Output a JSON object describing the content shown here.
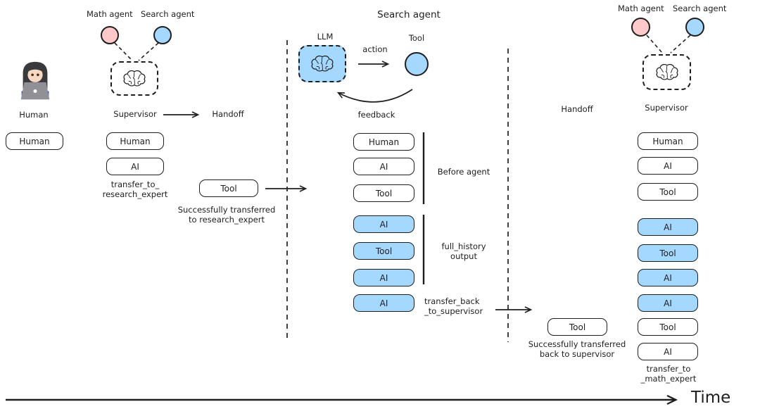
{
  "colors": {
    "stroke": "#1e1e1e",
    "blue_fill": "#a5d8ff",
    "pink_fill": "#ffc9c9"
  },
  "left": {
    "avatar_label": "Human",
    "first_message": {
      "label": "Human",
      "variant": "white"
    }
  },
  "supervisor_left": {
    "math_agent": "Math agent",
    "search_agent": "Search agent",
    "node_label": "Supervisor",
    "handoff_label": "Handoff",
    "messages": [
      {
        "label": "Human",
        "variant": "white"
      },
      {
        "label": "AI",
        "variant": "white"
      }
    ],
    "ai_caption": "transfer_to_\nresearch_expert",
    "tool_message": {
      "label": "Tool",
      "variant": "white"
    },
    "tool_caption": "Successfully transferred\nto research_expert"
  },
  "search_agent_panel": {
    "title": "Search agent",
    "llm_label": "LLM",
    "action_label": "action",
    "tool_label": "Tool",
    "feedback_label": "feedback",
    "messages": [
      {
        "label": "Human",
        "variant": "white"
      },
      {
        "label": "AI",
        "variant": "white"
      },
      {
        "label": "Tool",
        "variant": "white"
      },
      {
        "label": "AI",
        "variant": "blue"
      },
      {
        "label": "Tool",
        "variant": "blue"
      },
      {
        "label": "AI",
        "variant": "blue"
      },
      {
        "label": "AI",
        "variant": "blue"
      }
    ],
    "before_agent_label": "Before agent",
    "full_history_label": "full_history\noutput",
    "transfer_back_caption": "transfer_back\n_to_supervisor"
  },
  "handoff_right": {
    "label": "Handoff",
    "tool_message": {
      "label": "Tool",
      "variant": "white"
    },
    "tool_caption": "Successfully transferred\nback to supervisor"
  },
  "supervisor_right": {
    "math_agent": "Math agent",
    "search_agent": "Search agent",
    "node_label": "Supervisor",
    "messages": [
      {
        "label": "Human",
        "variant": "white"
      },
      {
        "label": "AI",
        "variant": "white"
      },
      {
        "label": "Tool",
        "variant": "white"
      },
      {
        "label": "AI",
        "variant": "blue"
      },
      {
        "label": "Tool",
        "variant": "blue"
      },
      {
        "label": "AI",
        "variant": "blue"
      },
      {
        "label": "AI",
        "variant": "blue"
      },
      {
        "label": "Tool",
        "variant": "white"
      },
      {
        "label": "AI",
        "variant": "white"
      }
    ],
    "ai_caption": "transfer_to\n_math_expert"
  },
  "timeline": {
    "label": "Time"
  }
}
